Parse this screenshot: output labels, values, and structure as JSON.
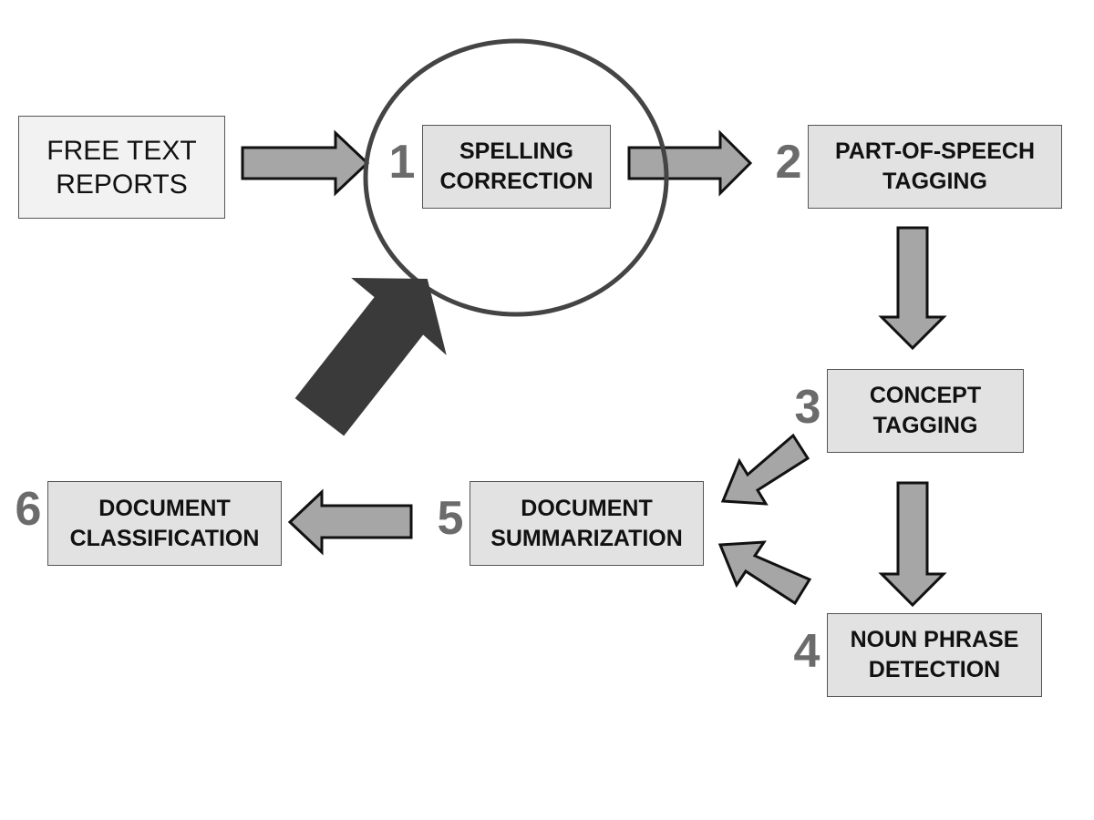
{
  "source": {
    "line1": "FREE TEXT",
    "line2": "REPORTS"
  },
  "steps": [
    {
      "number": "1",
      "line1": "SPELLING",
      "line2": "CORRECTION"
    },
    {
      "number": "2",
      "line1": "PART-OF-SPEECH",
      "line2": "TAGGING"
    },
    {
      "number": "3",
      "line1": "CONCEPT",
      "line2": "TAGGING"
    },
    {
      "number": "4",
      "line1": "NOUN PHRASE",
      "line2": "DETECTION"
    },
    {
      "number": "5",
      "line1": "DOCUMENT",
      "line2": "SUMMARIZATION"
    },
    {
      "number": "6",
      "line1": "DOCUMENT",
      "line2": "CLASSIFICATION"
    }
  ],
  "colors": {
    "arrow_fill": "#a6a6a6",
    "arrow_stroke": "#111111",
    "highlight_arrow": "#3a3a3a",
    "highlight_circle": "#444444",
    "box_fill": "#e2e2e2",
    "source_fill": "#f2f2f2",
    "number_color": "#6b6b6b"
  }
}
